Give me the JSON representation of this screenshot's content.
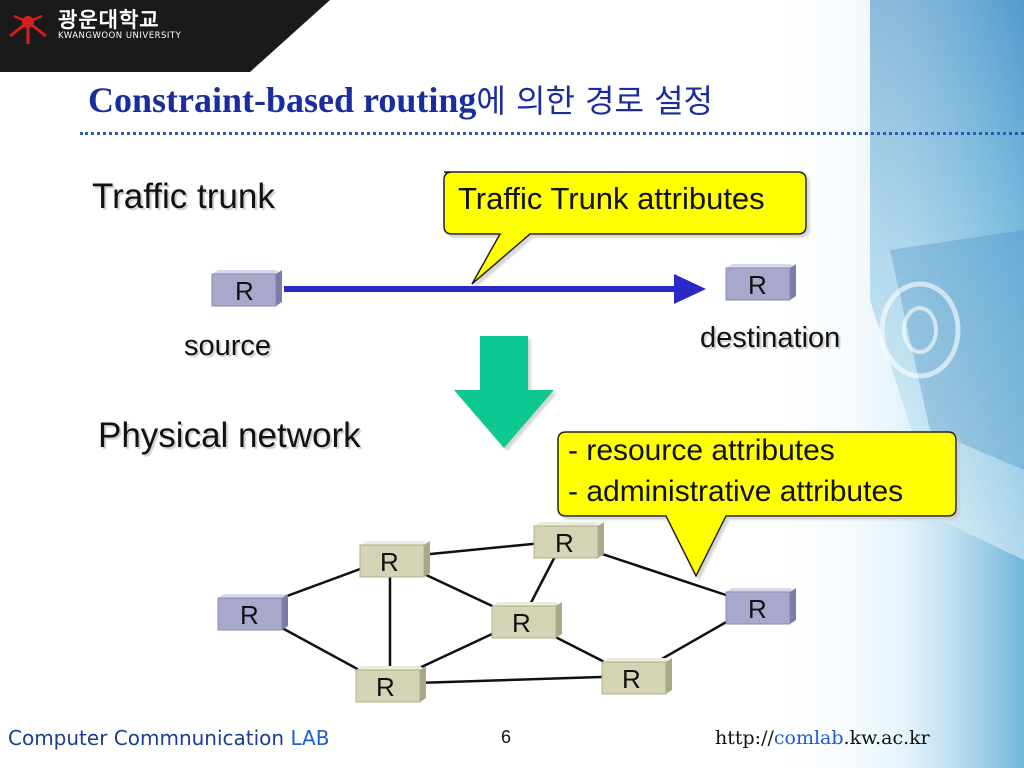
{
  "header": {
    "logo_korean": "광운대학교",
    "logo_english": "KWANGWOON UNIVERSITY"
  },
  "title": {
    "latin": "Constraint-based routing",
    "korean": "에 의한 경로 설정"
  },
  "diagram": {
    "label_traffic_trunk": "Traffic trunk",
    "callout_trunk": "Traffic Trunk attributes",
    "router_label": "R",
    "label_source": "source",
    "label_destination": "destination",
    "label_physical_network": "Physical network",
    "callout_resource": "- resource attributes",
    "callout_admin": "- administrative attributes",
    "colors": {
      "title": "#1a2d9c",
      "arrow": "#2929c8",
      "down_arrow": "#10c890",
      "callout": "#ffff00",
      "router_blue": "#a8a8cc",
      "router_beige": "#d4d4b4"
    }
  },
  "footer": {
    "lab_prefix": "Computer Commnunication ",
    "lab_suffix": "LAB",
    "page_number": "6",
    "url_prefix": "http://",
    "url_highlight": "comlab",
    "url_suffix": ".kw.ac.kr"
  }
}
